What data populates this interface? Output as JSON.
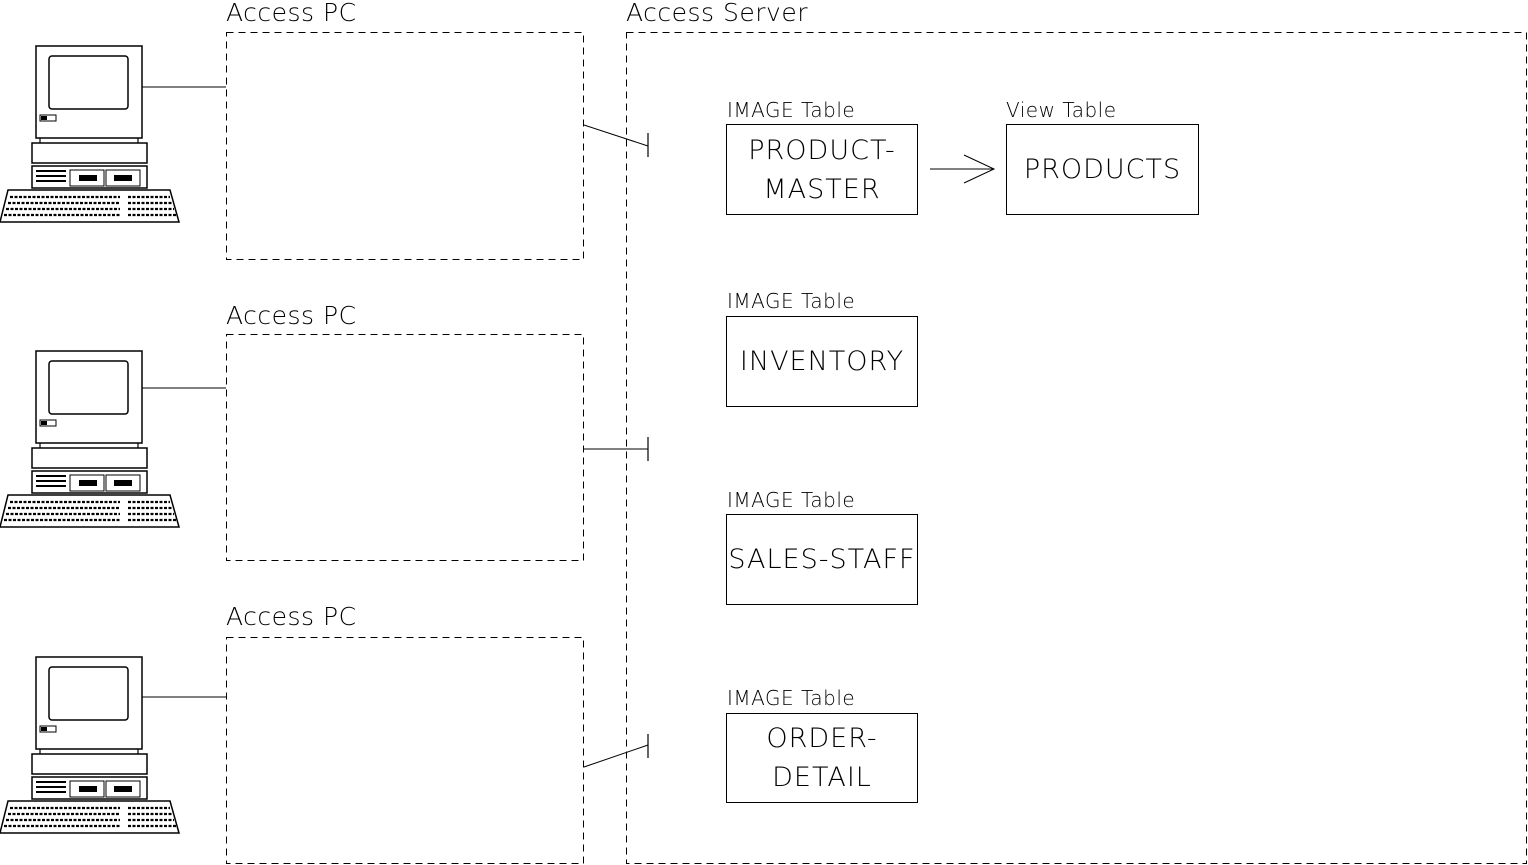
{
  "clients": [
    {
      "label": "Access PC",
      "icon": "desktop-computer-icon"
    },
    {
      "label": "Access PC",
      "icon": "desktop-computer-icon"
    },
    {
      "label": "Access PC",
      "icon": "desktop-computer-icon"
    }
  ],
  "server": {
    "label": "Access Server"
  },
  "tables": [
    {
      "type_label": "IMAGE Table",
      "name_lines": [
        "PRODUCT-",
        "MASTER"
      ]
    },
    {
      "type_label": "IMAGE Table",
      "name_lines": [
        "INVENTORY"
      ]
    },
    {
      "type_label": "IMAGE Table",
      "name_lines": [
        "SALES-STAFF"
      ]
    },
    {
      "type_label": "IMAGE Table",
      "name_lines": [
        "ORDER-",
        "DETAIL"
      ]
    }
  ],
  "view": {
    "type_label": "View Table",
    "name_lines": [
      "PRODUCTS"
    ]
  },
  "colors": {
    "line": "#000000",
    "background": "#ffffff"
  }
}
